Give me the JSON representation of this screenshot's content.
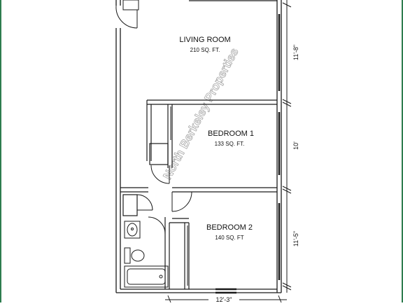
{
  "rooms": {
    "living_room": {
      "name": "LIVING ROOM",
      "area": "210 SQ. FT."
    },
    "bedroom_1": {
      "name": "BEDROOM 1",
      "area": "133 SQ. FT."
    },
    "bedroom_2": {
      "name": "BEDROOM 2",
      "area": "140 SQ. FT"
    }
  },
  "dimensions": {
    "living_room_depth": "11'-8\"",
    "bedroom_1_depth": "10'",
    "bedroom_2_depth": "11'-5\"",
    "overall_width": "12'-3\""
  },
  "watermark": "North Berkeley Properties",
  "colors": {
    "border": "#2e7d4f",
    "wall": "#1a1a1a",
    "watermark": "#9a9a9a"
  }
}
